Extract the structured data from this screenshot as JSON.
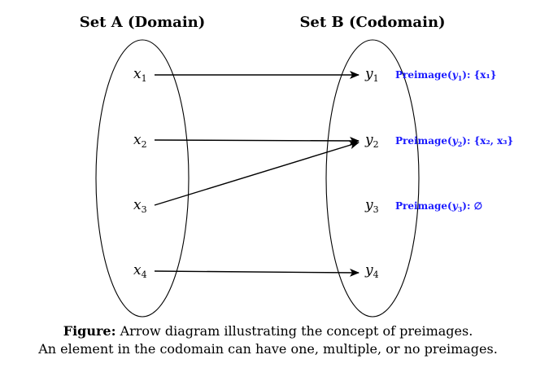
{
  "set_a": {
    "title": "Set A (Domain)",
    "elements": [
      {
        "base": "x",
        "sub": "1"
      },
      {
        "base": "x",
        "sub": "2"
      },
      {
        "base": "x",
        "sub": "3"
      },
      {
        "base": "x",
        "sub": "4"
      }
    ]
  },
  "set_b": {
    "title": "Set B (Codomain)",
    "elements": [
      {
        "base": "y",
        "sub": "1"
      },
      {
        "base": "y",
        "sub": "2"
      },
      {
        "base": "y",
        "sub": "3"
      },
      {
        "base": "y",
        "sub": "4"
      }
    ]
  },
  "mappings": [
    {
      "from": "x1",
      "to": "y1"
    },
    {
      "from": "x2",
      "to": "y2"
    },
    {
      "from": "x3",
      "to": "y2"
    },
    {
      "from": "x4",
      "to": "y4"
    }
  ],
  "preimages": [
    {
      "label": "Preimage",
      "arg_base": "y",
      "arg_sub": "1",
      "set_text": "{x₁}"
    },
    {
      "label": "Preimage",
      "arg_base": "y",
      "arg_sub": "2",
      "set_text": "{x₂, x₃}"
    },
    {
      "label": "Preimage",
      "arg_base": "y",
      "arg_sub": "3",
      "set_text": "∅"
    }
  ],
  "caption": {
    "bold_label": "Figure:",
    "line1_text": " Arrow diagram illustrating the concept of preimages.",
    "line2_text": "An element in the codomain can have one, multiple, or no preimages."
  },
  "colors": {
    "preimage_text": "#1a1aff",
    "lines": "#000000"
  }
}
